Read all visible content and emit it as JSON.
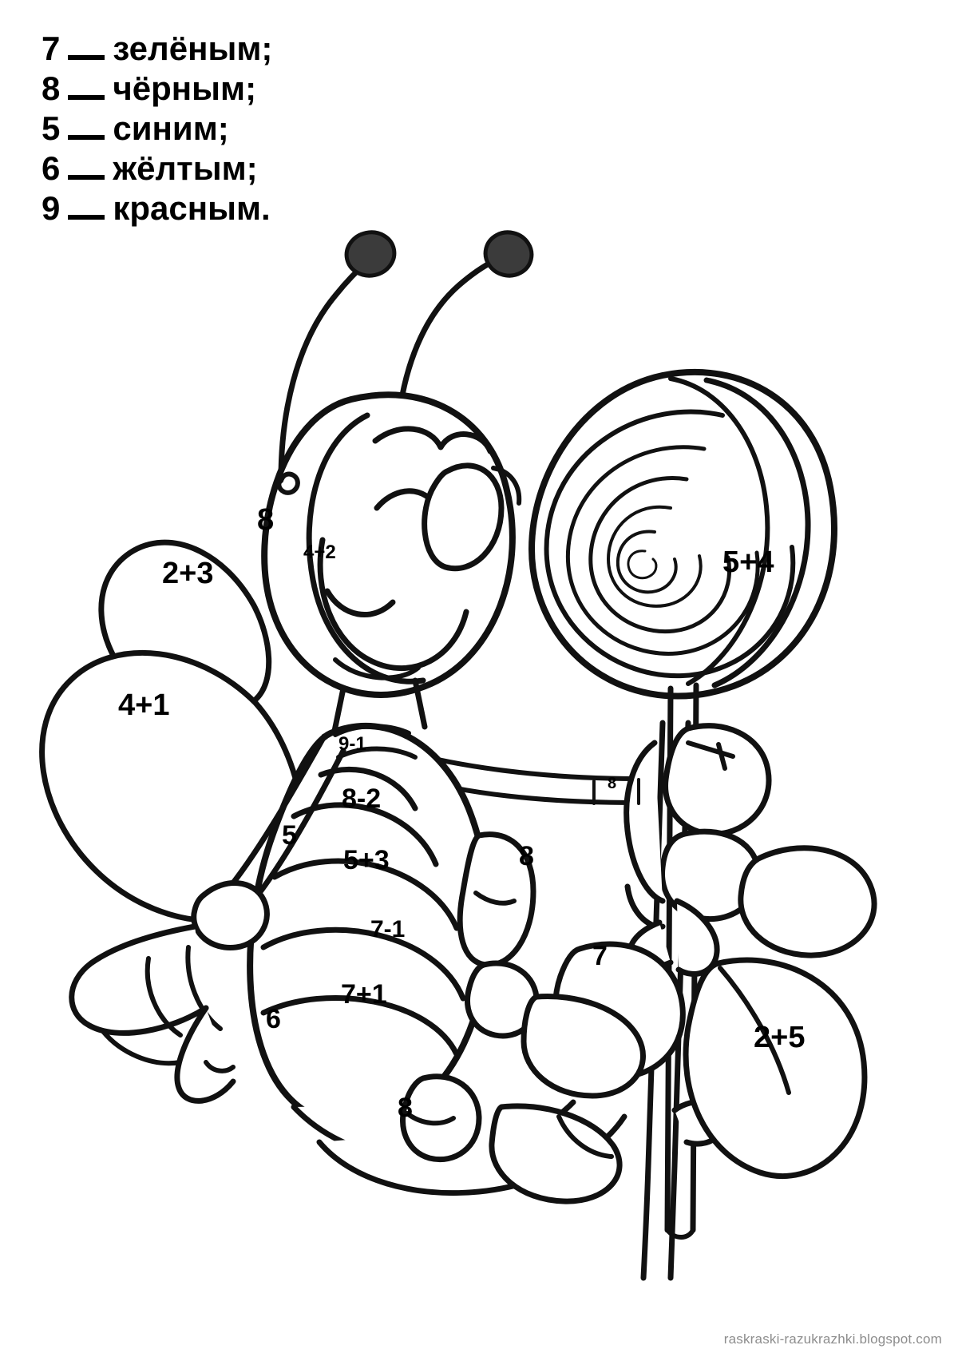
{
  "page": {
    "background_color": "#ffffff",
    "ink_color": "#111111",
    "watermark": "raskraski-razukrazhki.blogspot.com"
  },
  "legend": {
    "separator": "—",
    "items": [
      {
        "number": "7",
        "color_word": "зелёным;"
      },
      {
        "number": "8",
        "color_word": "чёрным;"
      },
      {
        "number": "5",
        "color_word": "синим;"
      },
      {
        "number": "6",
        "color_word": "жёлтым;"
      },
      {
        "number": "9",
        "color_word": "красным."
      }
    ]
  },
  "artwork": {
    "subject": "bee holding a lollipop and a flower",
    "antenna_tip_color": "#3b3b3b",
    "labels": [
      {
        "id": "head-cheek",
        "text": "8",
        "size": "xl"
      },
      {
        "id": "head-muzzle",
        "text": "4+2",
        "size": "sm"
      },
      {
        "id": "wing-upper",
        "text": "2+3",
        "size": "xl"
      },
      {
        "id": "wing-lower",
        "text": "4+1",
        "size": "xl"
      },
      {
        "id": "lollipop-rim",
        "text": "5+4",
        "size": "xl"
      },
      {
        "id": "body-stripe-1",
        "text": "9-1",
        "size": "sm"
      },
      {
        "id": "body-stripe-2",
        "text": "8-2",
        "size": "lg"
      },
      {
        "id": "body-stripe-3",
        "text": "5+3",
        "size": "lg"
      },
      {
        "id": "body-stripe-4",
        "text": "7-1",
        "size": "md"
      },
      {
        "id": "body-stripe-5",
        "text": "7+1",
        "size": "lg"
      },
      {
        "id": "arm-left",
        "text": "5",
        "size": "lg"
      },
      {
        "id": "leg-lower-left",
        "text": "6",
        "size": "lg"
      },
      {
        "id": "leg-right",
        "text": "8",
        "size": "lg"
      },
      {
        "id": "lollipop-string",
        "text": "8",
        "size": "xs"
      },
      {
        "id": "leaf-small",
        "text": "7",
        "size": "lg"
      },
      {
        "id": "leaf-big",
        "text": "2+5",
        "size": "xl"
      },
      {
        "id": "foot-bottom",
        "text": "8",
        "size": "lg"
      }
    ]
  }
}
